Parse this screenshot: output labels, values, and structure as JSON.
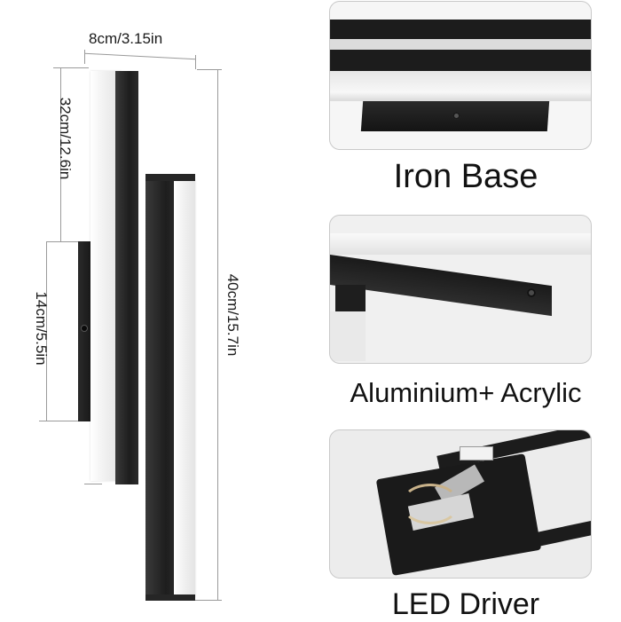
{
  "dimensions": {
    "width": "8cm/3.15in",
    "top_height": "32cm/12.6in",
    "base_height": "14cm/5.5in",
    "total_height": "40cm/15.7in"
  },
  "features": [
    {
      "caption": "Iron Base"
    },
    {
      "caption": "Aluminium+ Acrylic"
    },
    {
      "caption": "LED Driver"
    }
  ],
  "colors": {
    "metal": "#1e1e1e",
    "acrylic": "#f1f1f1",
    "guide_line": "#9a9a9a",
    "panel_border": "#c9c9c9"
  }
}
